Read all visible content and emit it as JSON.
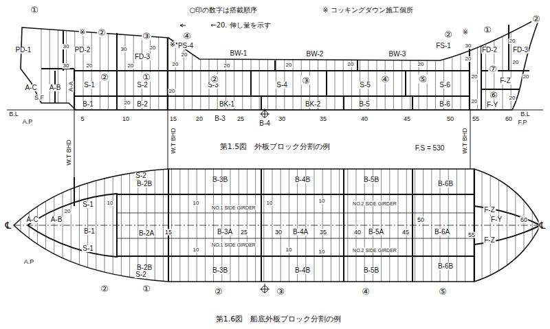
{
  "diagram": {
    "labels": [
      "○印の数字は搭載順序",
      "※ コッキングダウン施工個所",
      "←20. 伸し量を示す",
      "①",
      "②",
      "③",
      "④",
      "②",
      "①",
      "②",
      "※",
      "※",
      "※",
      "PD-1",
      "PD-2",
      "FD-3",
      "PS-4",
      "BW-1",
      "BW-2",
      "BW-3",
      "FS-1",
      "FD-2",
      "FD-3",
      "A-C",
      "A-B",
      "S.F",
      "A-A",
      "S-1",
      "S-2",
      "S-3",
      "S-4",
      "S-5",
      "S-6",
      "F-Z",
      "F-Y",
      "B-1",
      "B-2",
      "BK-1",
      "BK-2",
      "B-5",
      "B-6",
      "②",
      "①",
      "②",
      "③",
      "④",
      "⑤",
      "⑦",
      "⑥",
      "30",
      "30",
      "20",
      "30",
      "20",
      "20",
      "20",
      "20",
      "20",
      "20",
      "20",
      "20",
      "20",
      "20",
      "30",
      "20",
      "20",
      "20",
      "20",
      "20",
      "20",
      "20",
      "B.L",
      "B.L",
      "A.P",
      "5",
      "10",
      "15",
      "20",
      "B-3",
      "25",
      "B-4",
      "30",
      "35",
      "40",
      "45",
      "50",
      "55",
      "60",
      "F.P",
      "W.T BHD",
      "W.T BHD",
      "W.T BHD",
      "第1.5図　外板ブロック分割の例",
      "F.S = 530",
      "℄",
      "℄",
      "A-C",
      "A-B",
      "20",
      "A.P",
      "S-1",
      "S-1",
      "S-2",
      "S-2",
      "B-1",
      "B-2B",
      "B-2A",
      "B-2B",
      "B-3B",
      "B-4B",
      "B-5B",
      "B-6B",
      "B-3A",
      "B-4A",
      "B-5A",
      "B-6A",
      "B-3B",
      "B-4B",
      "B-5B",
      "B-6B",
      "F-Z",
      "F-Y",
      "F-Z",
      "NO.1 SIDE GIRDER",
      "NO.2 SIDE GIRDER",
      "NO.1 SIDE GIRDER",
      "NO.2 SIDE GIRDER",
      "10",
      "15",
      "25",
      "30",
      "35",
      "40",
      "45",
      "50",
      "55",
      "60",
      "10",
      "10",
      "10",
      "10",
      "10",
      "10",
      "②",
      "①",
      "②",
      "③",
      "④",
      "⑤",
      "第1.6図　船底外板ブロック分割の例"
    ]
  }
}
